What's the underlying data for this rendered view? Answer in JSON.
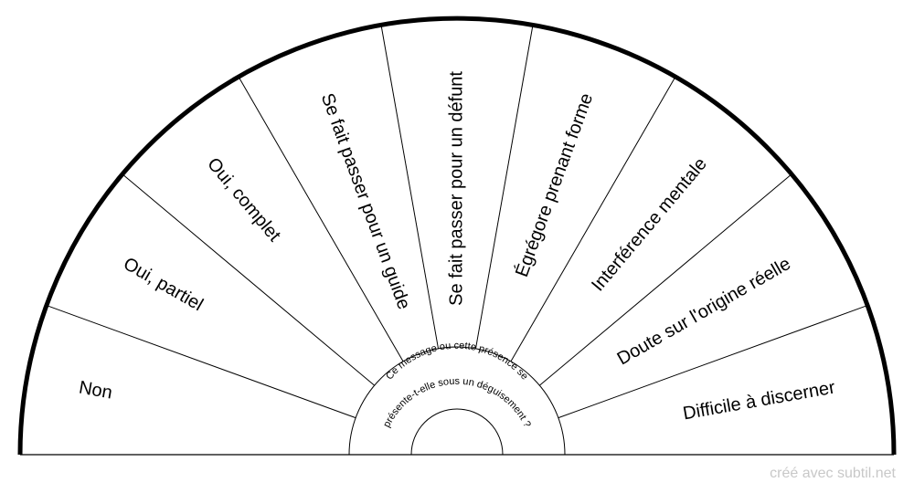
{
  "pendulum": {
    "question_line1": "Ce message ou cette présence se",
    "question_line2": "présente-t-elle sous un déguisement ?",
    "sectors": [
      "Non",
      "Oui, partiel",
      "Oui, complet",
      "Se fait passer pour un guide",
      "Se fait passer pour un défunt",
      "Égrégore prenant forme",
      "Interférence mentale",
      "Doute sur l'origine réelle",
      "Difficile à discerner"
    ]
  },
  "footer": {
    "watermark": "créé avec subtil.net"
  }
}
